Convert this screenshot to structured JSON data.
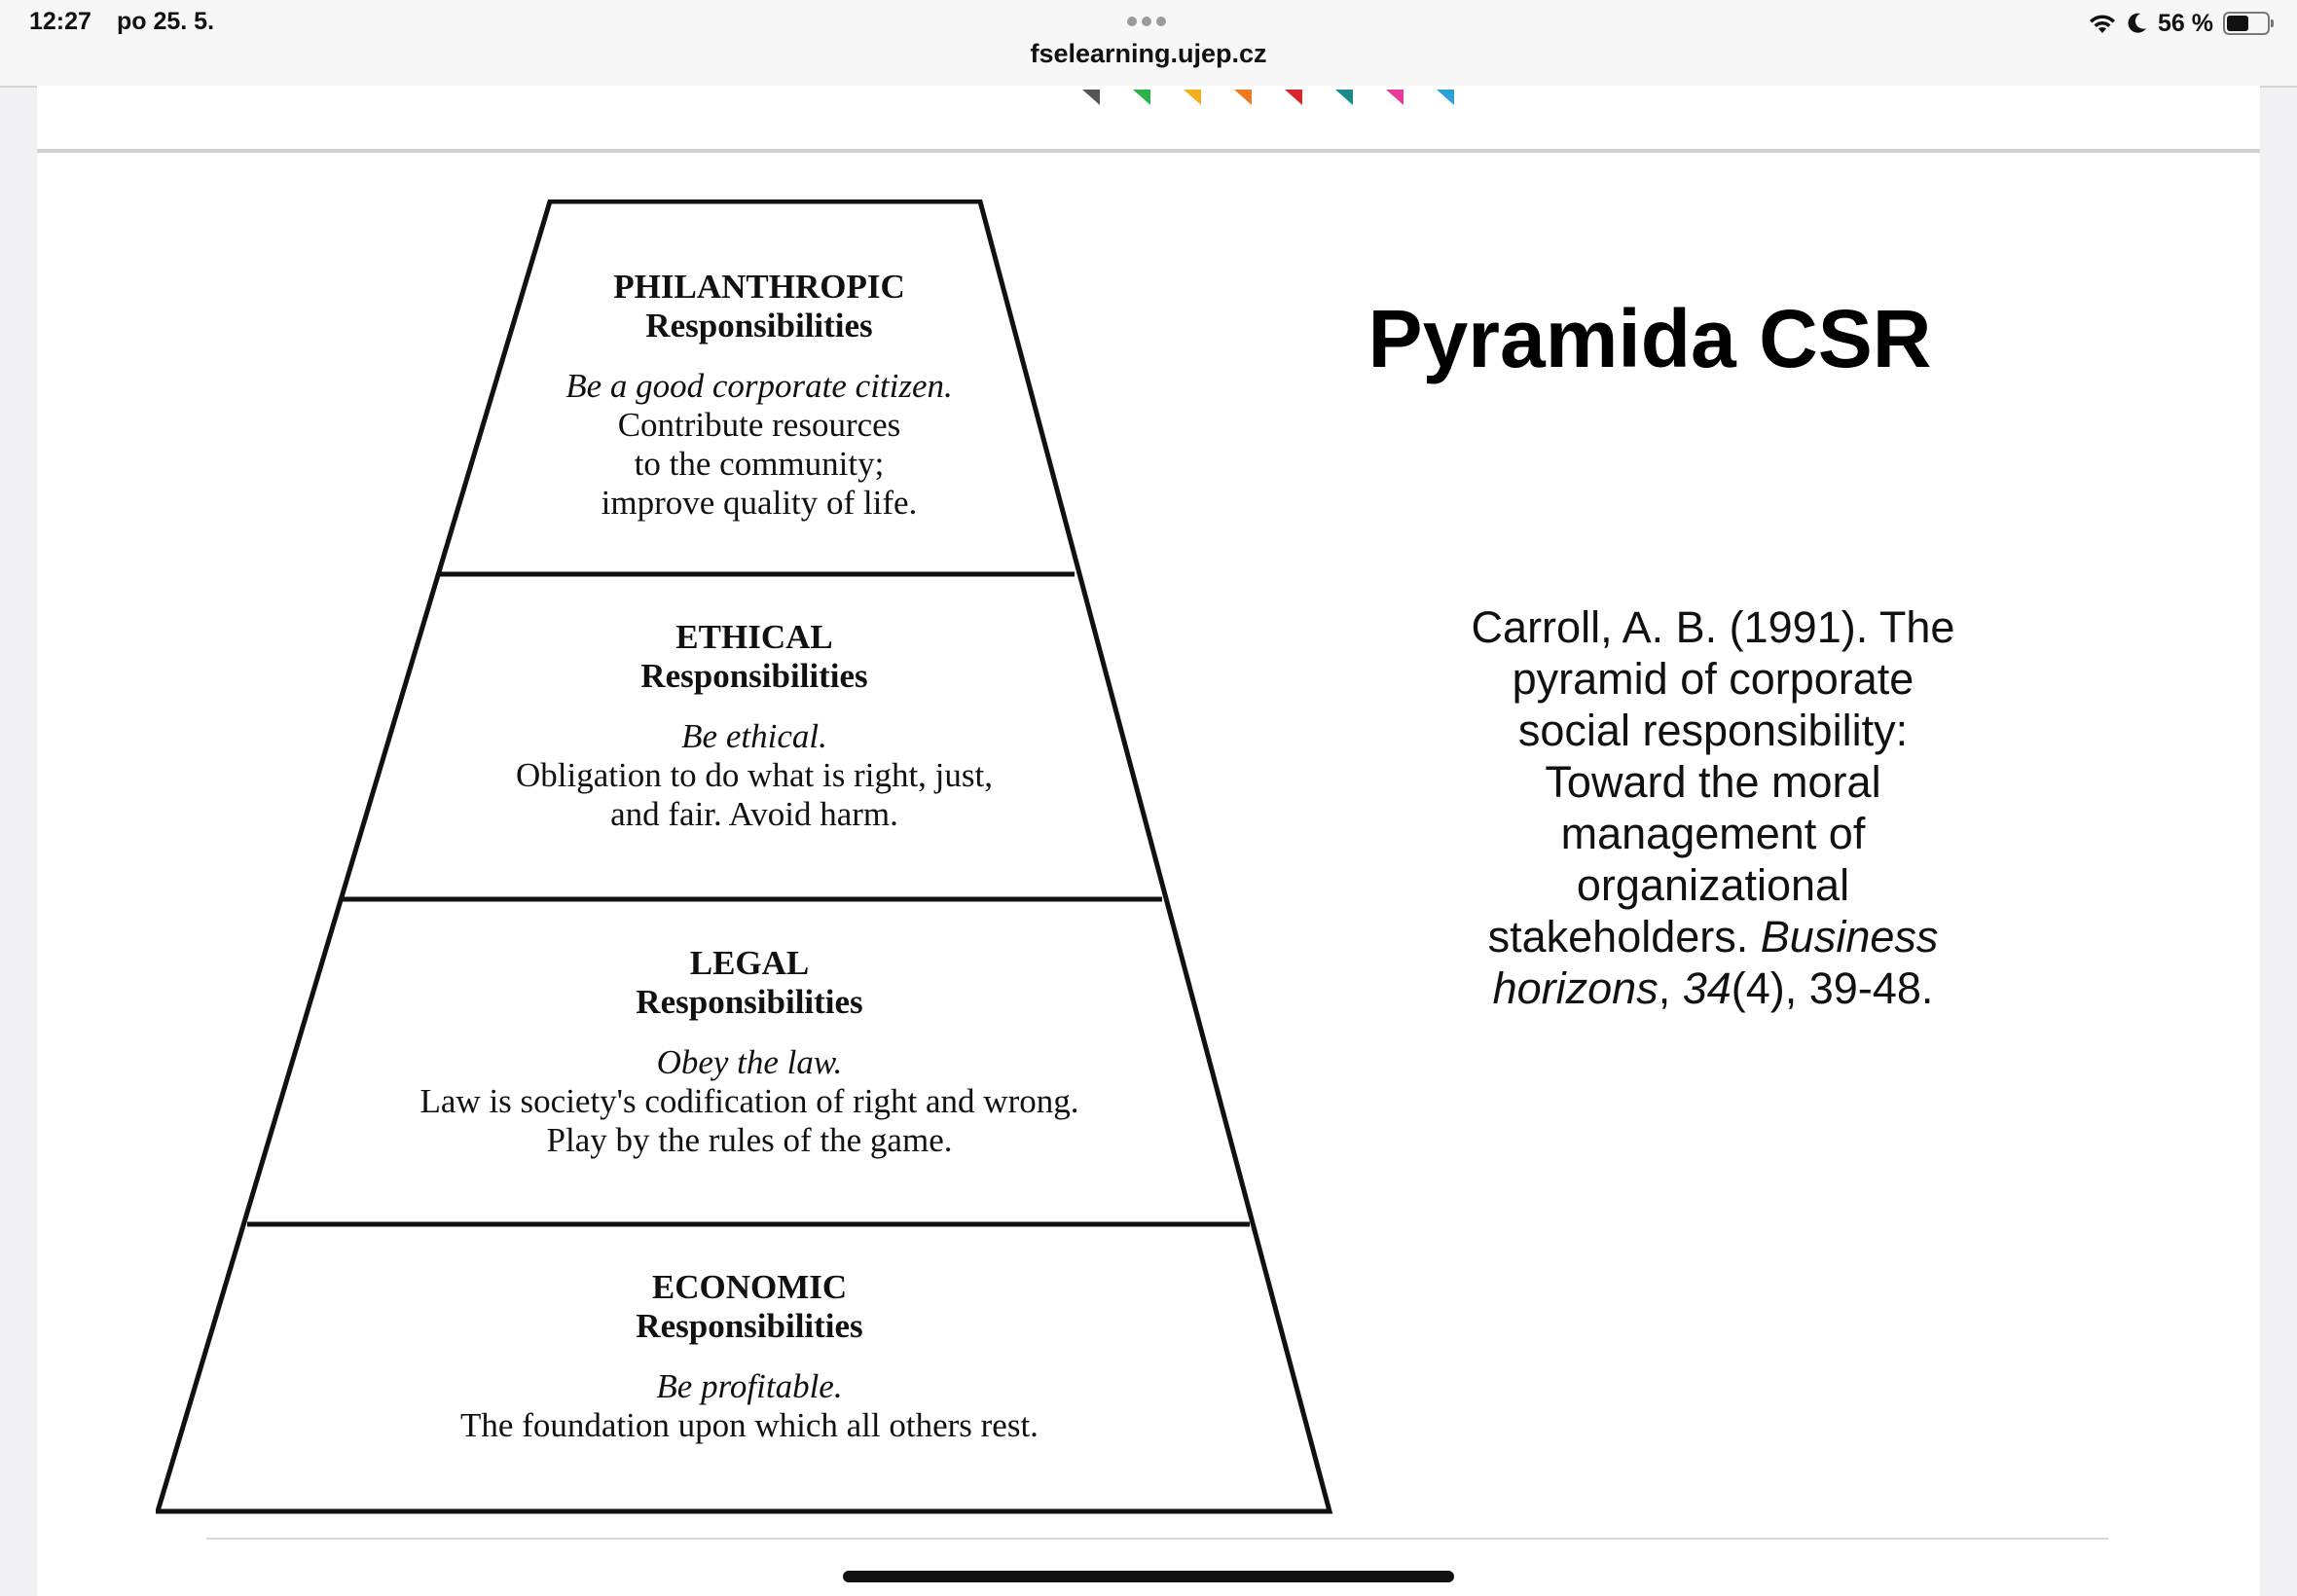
{
  "status_bar": {
    "time": "12:27",
    "date": "po 25. 5.",
    "battery_percent": "56 %",
    "battery_level": 0.56
  },
  "browser": {
    "url": "fselearning.ujep.cz"
  },
  "slide": {
    "title": "Pyramida CSR",
    "citation": {
      "lines_before": "Carroll, A. B. (1991). The pyramid of corporate social responsibility: Toward the moral management of organizational stakeholders. ",
      "journal": "Business horizons",
      "sep1": ", ",
      "volume": "34",
      "issue_pages": "(4), 39-48."
    },
    "pyramid": [
      {
        "title": "PHILANTHROPIC",
        "subtitle": "Responsibilities",
        "motto": "Be a good corporate citizen.",
        "description": "Contribute resources\nto the community;\nimprove quality of life."
      },
      {
        "title": "ETHICAL",
        "subtitle": "Responsibilities",
        "motto": "Be ethical.",
        "description": "Obligation to do what is right, just,\nand fair. Avoid harm."
      },
      {
        "title": "LEGAL",
        "subtitle": "Responsibilities",
        "motto": "Obey the law.",
        "description": "Law is society's codification of right and wrong.\nPlay by the rules of the game."
      },
      {
        "title": "ECONOMIC",
        "subtitle": "Responsibilities",
        "motto": "Be profitable.",
        "description": "The foundation upon which all others rest."
      }
    ]
  },
  "colors": {
    "decor_flags": [
      "#555555",
      "#2bb34a",
      "#f2b01e",
      "#f07a1f",
      "#d7262c",
      "#1a8a8a",
      "#e63c9b",
      "#2a9fd8"
    ]
  }
}
